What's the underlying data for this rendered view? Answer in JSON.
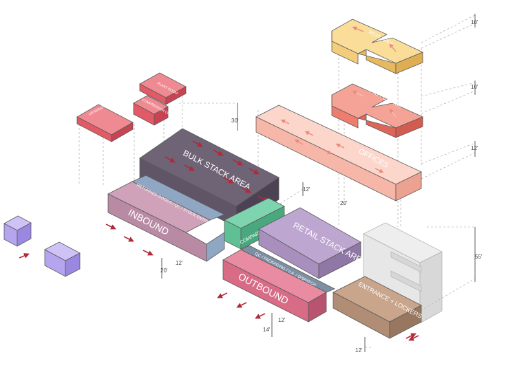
{
  "colors": {
    "bulk_stack": "#5f5566",
    "inbound": "#b98aa3",
    "returned_goods": "#8fa7c3",
    "compartmentation": "#5fbf95",
    "retail_stack": "#a88fbd",
    "outbound": "#d86b86",
    "packaging": "#7d8fa3",
    "entrance": "#b08d74",
    "offices": "#f6b7a8",
    "dining": "#ee7c6f",
    "rest": "#f4cd7c",
    "plant": "#e15a66",
    "external_box": "#b5a4ee",
    "arrow": "#b02a3a"
  },
  "labels": {
    "bulk_stack": "BULK STACK AREA",
    "inbound": "INBOUND",
    "returned_goods": "RETURNED GOODS / QC / STOCK ENTRY",
    "compartmentation": "COMPARTMENTATION",
    "retail_stack": "RETAIL STACK AREA",
    "outbound": "OUTBOUND",
    "packaging": "QC / PACKAGING / V.A. / DISPATCH",
    "entrance": "ENTRANCE + LOCKERS",
    "offices": "OFFICES",
    "dining": "DINING + LOUNGE",
    "rest": "REST AREA",
    "generator": "GENERATOR ELECTRIC SUBSTATION",
    "compressor": "COMPRESSOR CONDENSER",
    "plant": "PLANT ROOM"
  },
  "dimensions": {
    "rest_h": "10'",
    "dining_h": "10'",
    "offices_h": "12'",
    "bulk_h": "30'",
    "comp_h": "12'",
    "gap_h": "20'",
    "inbound_h": "12'",
    "inbound_gap": "20'",
    "tower_h": "55'",
    "outbound_h": "12'",
    "outbound_gap": "14'",
    "entrance_h": "12'"
  }
}
